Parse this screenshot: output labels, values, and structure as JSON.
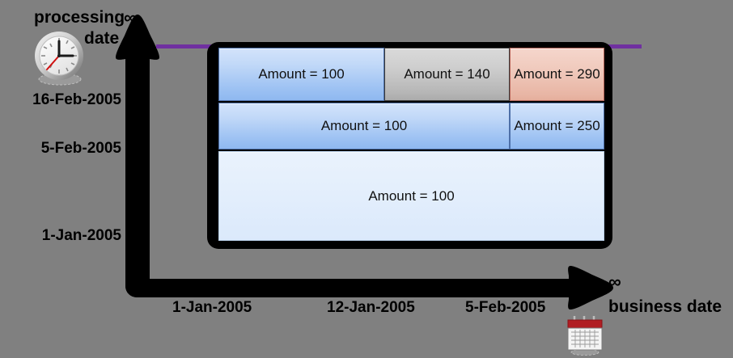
{
  "diagram": {
    "type": "bitemporal-grid",
    "background_color": "#808080",
    "vertical_axis": {
      "name": "processing date",
      "title_line1": "processing",
      "title_line2": "date",
      "infinity_symbol": "∞",
      "icon": "clock-icon",
      "ticks": [
        "16-Feb-2005",
        "5-Feb-2005",
        "1-Jan-2005"
      ]
    },
    "horizontal_axis": {
      "name": "business date",
      "title": "business  date",
      "infinity_symbol": "∞",
      "icon": "calendar-icon",
      "ticks": [
        "1-Jan-2005",
        "12-Jan-2005",
        "5-Feb-2005"
      ]
    },
    "guide_line_color": "#7030a0",
    "rows": [
      {
        "row_index": 0,
        "processing_from": "16-Feb-2005",
        "cells": [
          {
            "label": "Amount = 100",
            "amount": 100,
            "color": "blue",
            "hex": "#9fc3f3",
            "business_from": "1-Jan-2005",
            "business_to": "12-Jan-2005"
          },
          {
            "label": "Amount = 140",
            "amount": 140,
            "color": "gray",
            "hex": "#c2c2c2",
            "business_from": "12-Jan-2005",
            "business_to": "5-Feb-2005"
          },
          {
            "label": "Amount = 290",
            "amount": 290,
            "color": "pink",
            "hex": "#edc3b5",
            "business_from": "5-Feb-2005",
            "business_to": "∞"
          }
        ]
      },
      {
        "row_index": 1,
        "processing_from": "5-Feb-2005",
        "cells": [
          {
            "label": "Amount = 100",
            "amount": 100,
            "color": "blue",
            "hex": "#9fc3f3",
            "business_from": "1-Jan-2005",
            "business_to": "5-Feb-2005"
          },
          {
            "label": "Amount = 250",
            "amount": 250,
            "color": "blue",
            "hex": "#9fc3f3",
            "business_from": "5-Feb-2005",
            "business_to": "∞"
          }
        ]
      },
      {
        "row_index": 2,
        "processing_from": "1-Jan-2005",
        "cells": [
          {
            "label": "Amount = 100",
            "amount": 100,
            "color": "blue-pale",
            "hex": "#e1ecfc",
            "business_from": "1-Jan-2005",
            "business_to": "∞"
          }
        ]
      }
    ]
  }
}
